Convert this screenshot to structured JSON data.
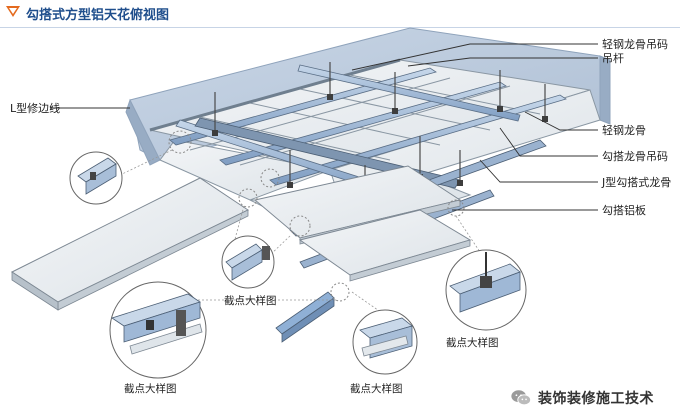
{
  "header": {
    "title": "勾搭式方型铝天花俯视图",
    "accent_color": "#e46a1e",
    "title_color": "#1f4e8c"
  },
  "callouts": {
    "main_runner_hanger": "轻钢龙骨吊码",
    "hanger_rod": "吊杆",
    "edge_trim": "L型修边线",
    "main_runner": "轻钢龙骨",
    "hook_hanger": "勾搭龙骨吊码",
    "j_runner": "J型勾搭式龙骨",
    "aluminum_panel": "勾搭铝板"
  },
  "detail_labels": {
    "detail_1": "截点大样图",
    "detail_2": "截点大样图",
    "detail_3": "截点大样图",
    "detail_4": "截点大样图"
  },
  "watermark": {
    "text": "装饰装修施工技术",
    "icon": "wechat-icon"
  },
  "colors": {
    "slab": "#b9c9dc",
    "slab_edge": "#8fa3bb",
    "panel": "#e7ebee",
    "runner": "#9fb8d6",
    "line": "#555555"
  }
}
